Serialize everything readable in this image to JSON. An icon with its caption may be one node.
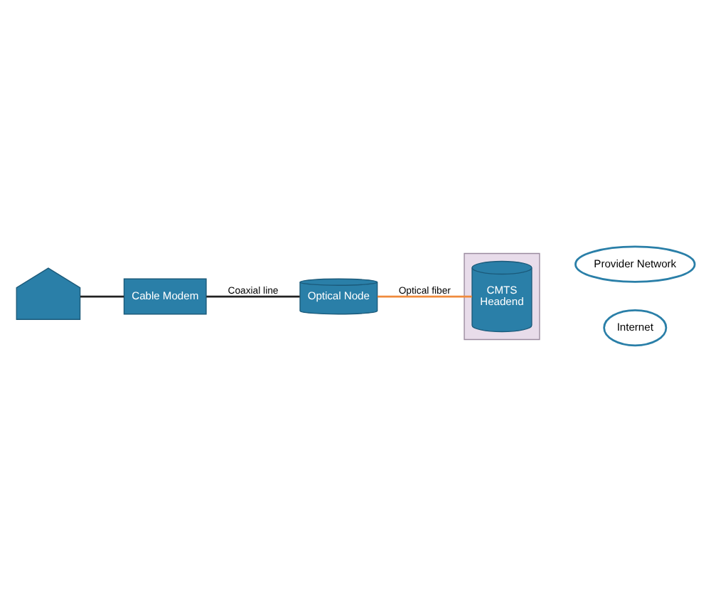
{
  "diagram": {
    "nodes": [
      {
        "text": [],
        "shape": "house"
      },
      {
        "text": [
          "Cable Modem"
        ]
      },
      {
        "text": [
          "Optical Node"
        ]
      },
      {
        "text": [],
        "shape": "box"
      },
      {
        "text": [
          "CMTS",
          "Headend"
        ],
        "in": 3
      },
      {
        "text": [
          "Provider Network"
        ]
      },
      {
        "text": [
          "Internet"
        ]
      }
    ],
    "edges": [
      {
        "from": 0,
        "to": 1,
        "arrow": "none"
      },
      {
        "from": 1,
        "to": 2,
        "arrow": "none",
        "label": "Coaxial line"
      },
      {
        "from": 2,
        "to": 4,
        "arrow": "none",
        "label": "Optical fiber",
        "color": "#f08a3c"
      }
    ]
  }
}
